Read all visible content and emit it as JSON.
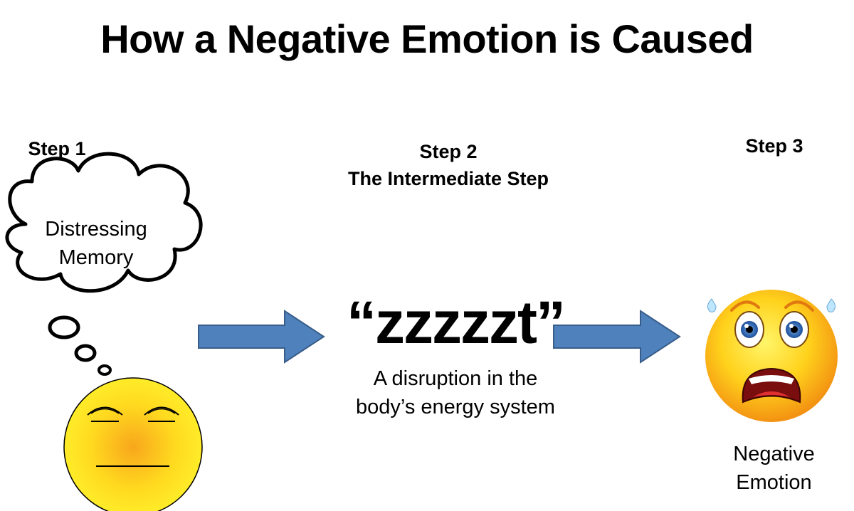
{
  "title": "How a Negative Emotion is Caused",
  "steps": [
    {
      "heading": "Step 1",
      "subheading": "",
      "caption": "Distressing\nMemory"
    },
    {
      "heading": "Step 2",
      "subheading": "The Intermediate Step",
      "big_text": "“zzzzzt”",
      "caption": "A disruption in the\nbody’s energy system"
    },
    {
      "heading": "Step 3",
      "subheading": "",
      "caption": "Negative\nEmotion"
    }
  ],
  "colors": {
    "arrow_fill": "#4f81bd",
    "arrow_stroke": "#385d8a",
    "face_yellow": "#ffe81a",
    "face_orange": "#f7a21b"
  },
  "icons": [
    "thought-cloud-icon",
    "neutral-face-icon",
    "scared-face-icon",
    "right-arrow-icon"
  ]
}
